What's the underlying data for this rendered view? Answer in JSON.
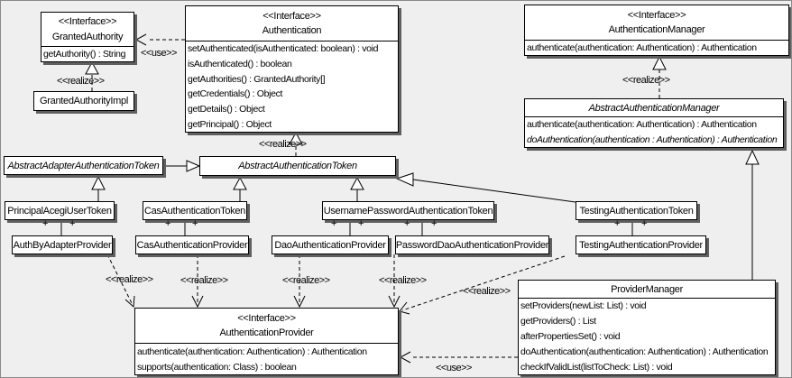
{
  "labels": {
    "use": "<<use>>",
    "realize": "<<realize>>",
    "plus": "+"
  },
  "classes": {
    "granted_authority": {
      "stereotype": "<<Interface>>",
      "name": "GrantedAuthority",
      "methods": [
        "getAuthority() : String"
      ]
    },
    "granted_authority_impl": {
      "name": "GrantedAuthorityImpl"
    },
    "authentication": {
      "stereotype": "<<Interface>>",
      "name": "Authentication",
      "methods": [
        "setAuthenticated(isAuthenticated: boolean) : void",
        "isAuthenticated() : boolean",
        "getAuthorities() : GrantedAuthority[]",
        "getCredentials() : Object",
        "getDetails() : Object",
        "getPrincipal() : Object"
      ]
    },
    "authentication_manager": {
      "stereotype": "<<Interface>>",
      "name": "AuthenticationManager",
      "methods": [
        "authenticate(authentication: Authentication) : Authentication"
      ]
    },
    "abstract_authentication_manager": {
      "name": "AbstractAuthenticationManager",
      "methods": [
        "authenticate(authentication: Authentication) : Authentication",
        "doAuthentication(authentication : Authentication) : Authentication"
      ]
    },
    "abstract_adapter_authentication_token": {
      "name": "AbstractAdapterAuthenticationToken"
    },
    "abstract_authentication_token": {
      "name": "AbstractAuthenticationToken"
    },
    "principal_acegi_user_token": {
      "name": "PrincipalAcegiUserToken"
    },
    "cas_authentication_token": {
      "name": "CasAuthenticationToken"
    },
    "username_password_authentication_token": {
      "name": "UsernamePasswordAuthenticationToken"
    },
    "testing_authentication_token": {
      "name": "TestingAuthenticationToken"
    },
    "auth_by_adapter_provider": {
      "name": "AuthByAdapterProvider"
    },
    "cas_authentication_provider": {
      "name": "CasAuthenticationProvider"
    },
    "dao_authentication_provider": {
      "name": "DaoAuthenticationProvider"
    },
    "password_dao_authentication_provider": {
      "name": "PasswordDaoAuthenticationProvider"
    },
    "testing_authentication_provider": {
      "name": "TestingAuthenticationProvider"
    },
    "authentication_provider": {
      "stereotype": "<<Interface>>",
      "name": "AuthenticationProvider",
      "methods": [
        "authenticate(authentication: Authentication) : Authentication",
        "supports(authentication: Class) : boolean"
      ]
    },
    "provider_manager": {
      "name": "ProviderManager",
      "methods": [
        "setProviders(newList: List) : void",
        "getProviders() : List",
        "afterPropertiesSet() : void",
        "doAuthentication(authentication: Authentication) : Authentication",
        "checkIfValidList(listToCheck: List) : void"
      ]
    }
  },
  "colors": {
    "background": "#efefef",
    "box_fill": "#ffffff",
    "line": "#000000",
    "shadow": "#5f5f5f"
  }
}
